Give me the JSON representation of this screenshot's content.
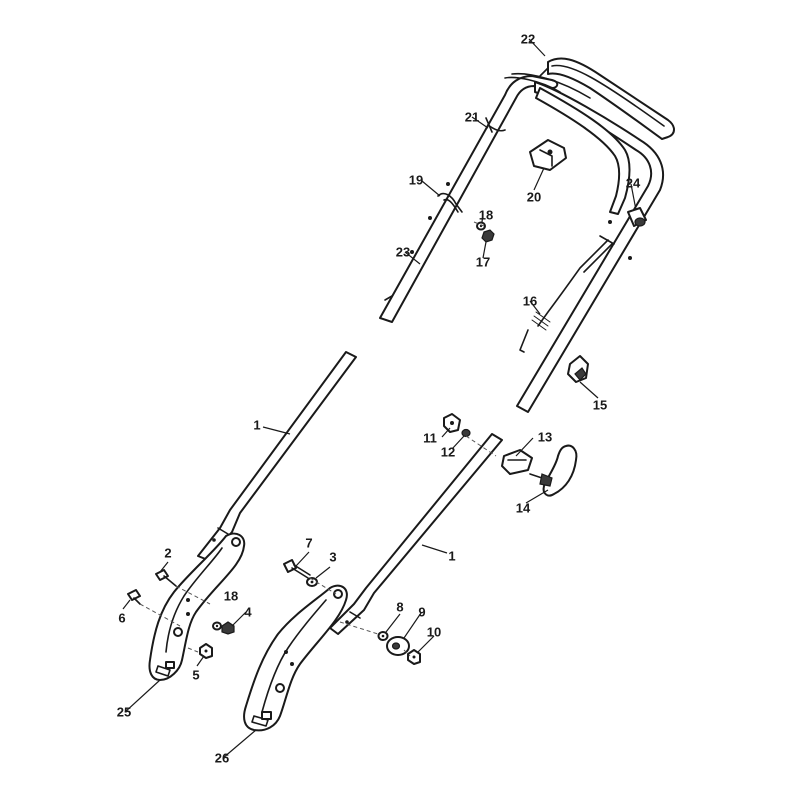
{
  "callouts": {
    "c1a": "1",
    "c1b": "1",
    "c2": "2",
    "c3": "3",
    "c4": "4",
    "c5": "5",
    "c6": "6",
    "c7": "7",
    "c8": "8",
    "c9": "9",
    "c10": "10",
    "c11": "11",
    "c12": "12",
    "c13": "13",
    "c14": "14",
    "c15": "15",
    "c16": "16",
    "c17": "17",
    "c18a": "18",
    "c18b": "18",
    "c19": "19",
    "c20": "20",
    "c21": "21",
    "c22": "22",
    "c23": "23",
    "c24": "24",
    "c25": "25",
    "c26": "26"
  }
}
